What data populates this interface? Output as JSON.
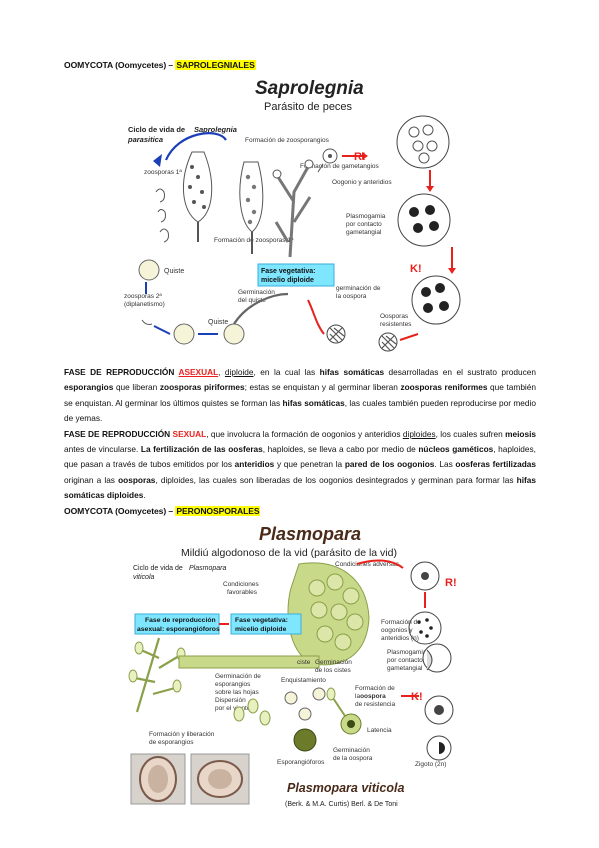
{
  "heading1": {
    "lead": "OOMYCOTA (Oomycetes) – ",
    "tag": "SAPROLEGNIALES"
  },
  "fig1": {
    "title": "Saprolegnia",
    "subtitle": "Parásito de peces",
    "cycle_label_a": "Ciclo de vida de",
    "cycle_label_b": "Saprolegnia",
    "cycle_label_c": "parasitica",
    "zoosporas1": "zoosporas 1ª",
    "formacion_zoo": "Formación de zoosporangios",
    "formacion_gam": "Formación de gametangios",
    "oogonio": "Oogonio y anteridios",
    "formacion_zoo1": "Formación de zoosporas 1ª",
    "quiste": "Quiste",
    "fase_veg_a": "Fase vegetativa:",
    "fase_veg_b": "micelio diploide",
    "plasmogamia": "Plasmogamia por contacto gametangial",
    "zoosporas2": "zoosporas 2ª (diplanetismo)",
    "germ_quiste": "Germinación del quiste",
    "germ_oospora": "germinación de la oospora",
    "quiste2": "Quiste",
    "oosporas_res": "Oosporas resistentes",
    "r_mark": "R!",
    "k_mark": "K!"
  },
  "para1": {
    "p1_a": "FASE DE REPRODUCCIÓN ",
    "p1_b": "ASEXUAL",
    "p1_c": ", ",
    "p1_d": "diploide",
    "p1_e": ", en la cual las ",
    "p1_f": "hifas somáticas",
    "p1_g": " desarrolladas en el sustrato producen ",
    "p1_h": "esporangios",
    "p1_i": " que liberan ",
    "p1_j": "zoosporas piriformes",
    "p1_k": "; estas se enquistan y al germinar liberan ",
    "p1_l": "zoosporas reniformes",
    "p1_m": " que también se enquistan. Al germinar los últimos quistes se forman las ",
    "p1_n": "hifas somáticas",
    "p1_o": ", las cuales también pueden reproducirse por medio de yemas.",
    "p2_a": "FASE DE REPRODUCCIÓN ",
    "p2_b": "SEXUAL",
    "p2_c": ", que involucra la formación de oogonios y anteridios ",
    "p2_d": "diploides",
    "p2_e": ", los cuales sufren ",
    "p2_f": "meiosis",
    "p2_g": " antes de vincularse. ",
    "p2_h": "La fertilización de las oosferas",
    "p2_i": ", haploides, se lleva a cabo por medio de ",
    "p2_j": "núcleos gaméticos",
    "p2_k": ", haploides, que pasan a través de tubos emitidos por los ",
    "p2_l": "anteridios",
    "p2_m": " y que penetran la ",
    "p2_n": "pared de los oogonios",
    "p2_o": ". Las ",
    "p2_p": "oosferas fertilizadas",
    "p2_q": " originan a las ",
    "p2_r": "oosporas",
    "p2_s": ", diploides, las cuales son liberadas de los oogonios desintegrados y germinan para formar las ",
    "p2_t": "hifas somáticas diploides",
    "p2_u": "."
  },
  "heading2": {
    "lead": "OOMYCOTA (Oomycetes) – ",
    "tag": "PERONOSPORALES"
  },
  "fig2": {
    "title": "Plasmopara",
    "subtitle": "Mildiú algodonoso de la vid (parásito de la vid)",
    "cycle_a": "Ciclo de vida de",
    "cycle_b": "Plasmopara",
    "cycle_c": "viticola",
    "cond_adv": "Condiciones adversas",
    "cond_fav": "Condiciones favorables",
    "r_mark": "R!",
    "formacion_oog": "Formación de oogonios y anteridios (n)",
    "fase_rep_a": "Fase de reproducción",
    "fase_rep_b": "asexual: esporangióforos",
    "fase_veg_a": "Fase vegetativa:",
    "fase_veg_b": "micelio diploide",
    "ciste": "ciste",
    "germ_cistes": "Germinación de los cistes",
    "plasmogamia": "Plasmogamia por contacto gametangial",
    "germ_esp": "Germinación de esporangios sobre las hojas",
    "enquistamiento": "Enquistamiento",
    "k_mark": "K!",
    "formacion_oospora_a": "Formación de",
    "formacion_oospora_b": "la",
    "formacion_oospora_c": "oospora",
    "formacion_oospora_d": "de resistencia",
    "dispersion": "Dispersión por el viento",
    "latencia": "Latencia",
    "formacion_lib": "Formación y liberación de esporangios",
    "esporangioforos": "Esporangióforos",
    "germ_oospora": "Germinación de la oospora",
    "zigoto": "Zigoto (2n)",
    "species": "Plasmopara viticola",
    "authority": "(Berk. & M.A. Curtis) Berl. & De Toni"
  },
  "colors": {
    "accent_red": "#e8211c",
    "highlight": "#ffff00",
    "cyan_box": "#7fe6ff",
    "leaf_green": "#c9d98a"
  }
}
